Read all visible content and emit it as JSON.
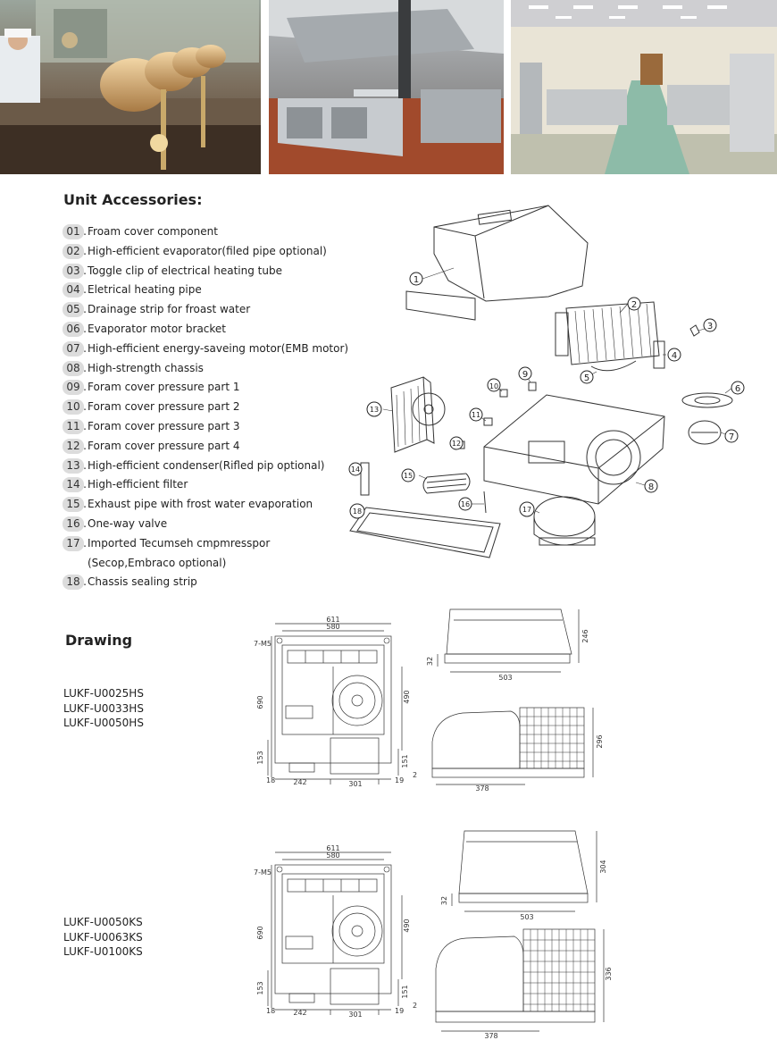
{
  "accessories": {
    "title": "Unit Accessories:",
    "items": [
      {
        "num": "01",
        "text": "Froam cover component"
      },
      {
        "num": "02",
        "text": "High-efficient evaporator(filed pipe optional)"
      },
      {
        "num": "03",
        "text": "Toggle clip of electrical heating tube"
      },
      {
        "num": "04",
        "text": "Eletrical heating pipe"
      },
      {
        "num": "05",
        "text": "Drainage strip for froast water"
      },
      {
        "num": "06",
        "text": "Evaporator motor bracket"
      },
      {
        "num": "07",
        "text": "High-efficient energy-saveing motor(EMB motor)"
      },
      {
        "num": "08",
        "text": "High-strength chassis"
      },
      {
        "num": "09",
        "text": "Foram cover pressure part 1"
      },
      {
        "num": "10",
        "text": "Foram cover pressure part 2"
      },
      {
        "num": "11",
        "text": "Foram cover pressure part 3"
      },
      {
        "num": "12",
        "text": "Foram cover pressure part 4"
      },
      {
        "num": "13",
        "text": "High-efficient condenser(Rifled pip optional)"
      },
      {
        "num": "14",
        "text": "High-efficient filter"
      },
      {
        "num": "15",
        "text": "Exhaust pipe with frost water evaporation"
      },
      {
        "num": "16",
        "text": "One-way valve"
      },
      {
        "num": "17",
        "text": "Imported Tecumseh cmpmresspor"
      },
      {
        "num": "",
        "text": "(Secop,Embraco optional)"
      },
      {
        "num": "18",
        "text": "Chassis sealing strip"
      }
    ]
  },
  "exploded_callouts": [
    "1",
    "2",
    "3",
    "4",
    "5",
    "6",
    "7",
    "8",
    "9",
    "10",
    "11",
    "12",
    "13",
    "14",
    "15",
    "16",
    "17",
    "18"
  ],
  "drawing": {
    "title": "Drawing",
    "group_a": {
      "models": [
        "LUKF-U0025HS",
        "LUKF-U0033HS",
        "LUKF-U0050HS"
      ]
    },
    "group_b": {
      "models": [
        "LUKF-U0050KS",
        "LUKF-U0063KS",
        "LUKF-U0100KS"
      ]
    },
    "dims_a": {
      "w_outer": "611",
      "w_inner": "580",
      "h_total": "690",
      "h_inner": "490",
      "h_lower": "153",
      "h_right": "151",
      "b1": "18",
      "b2": "242",
      "b3": "301",
      "b4": "19",
      "b5": "2",
      "holes": "7-M5",
      "side_h": "246",
      "side_base": "32",
      "side_w": "503",
      "front_h": "296",
      "front_w": "378"
    },
    "dims_b": {
      "w_outer": "611",
      "w_inner": "580",
      "h_total": "690",
      "h_inner": "490",
      "h_lower": "153",
      "h_right": "151",
      "b1": "18",
      "b2": "242",
      "b3": "301",
      "b4": "19",
      "b5": "2",
      "holes": "7-M5",
      "side_h": "304",
      "side_base": "32",
      "side_w": "503",
      "front_h": "336",
      "front_w": "378"
    }
  }
}
